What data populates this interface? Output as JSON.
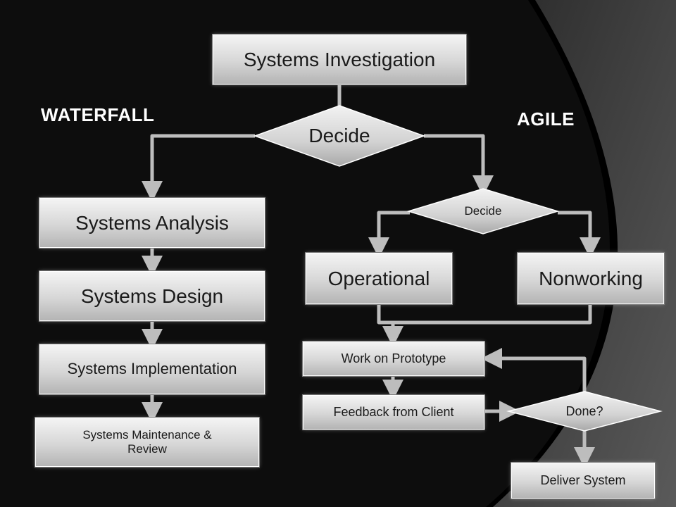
{
  "labels": {
    "waterfall": "WATERFALL",
    "agile": "AGILE"
  },
  "nodes": {
    "systems_investigation": "Systems Investigation",
    "decide_main": "Decide",
    "systems_analysis": "Systems Analysis",
    "systems_design": "Systems Design",
    "systems_implementation": "Systems Implementation",
    "systems_maintenance": "Systems Maintenance & Review",
    "decide_agile": "Decide",
    "operational": "Operational",
    "nonworking": "Nonworking",
    "work_on_prototype": "Work on Prototype",
    "feedback_from_client": "Feedback from Client",
    "done": "Done?",
    "deliver_system": "Deliver System"
  },
  "colors": {
    "background": "#000000",
    "panel": "#111111",
    "swoosh": "#3a3a3a",
    "connector": "#bdbdbd",
    "box_text": "#1a1a1a",
    "heading_text": "#ffffff"
  }
}
